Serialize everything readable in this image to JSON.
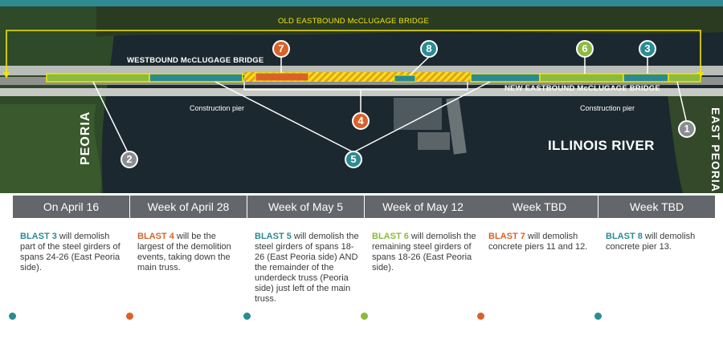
{
  "colors": {
    "teal": "#2b8b93",
    "orange": "#d9622b",
    "green": "#8cba3f",
    "yellow": "#f2e600",
    "tab_gray": "#63666a"
  },
  "map": {
    "old_bridge_label": "OLD EASTBOUND McCLUGAGE BRIDGE",
    "westbound_label": "WESTBOUND McCLUGAGE BRIDGE",
    "new_bridge_label": "NEW EASTBOUND McCLUGAGE BRIDGE",
    "construction_pier": "Construction pier",
    "peoria": "PEORIA",
    "east_peoria": "EAST PEORIA",
    "river": "ILLINOIS RIVER",
    "markers": [
      "1",
      "2",
      "3",
      "4",
      "5",
      "6",
      "7",
      "8"
    ]
  },
  "timeline": [
    {
      "tab": "On April 16",
      "blast": "BLAST 3",
      "text": " will demolish part of the steel girders of spans 24-26 (East Peoria side).",
      "color": "#2b8b93"
    },
    {
      "tab": "Week of April 28",
      "blast": "BLAST 4",
      "text": " will be the largest of the demolition events, taking down the main truss.",
      "color": "#d9622b"
    },
    {
      "tab": "Week of May 5",
      "blast": "BLAST 5",
      "text": " will demolish the steel girders of spans 18-26 (East Peoria side) AND the remainder of the underdeck truss (Peoria side) just left of the main truss.",
      "color": "#2b8b93"
    },
    {
      "tab": "Week of May 12",
      "blast": "BLAST 6",
      "text": " will demolish the remaining steel girders of spans 18-26 (East Peoria side).",
      "color": "#8cba3f"
    },
    {
      "tab": "Week TBD",
      "blast": "BLAST 7",
      "text": " will demolish concrete piers 11 and 12.",
      "color": "#d9622b"
    },
    {
      "tab": "Week TBD",
      "blast": "BLAST 8",
      "text": " will demolish concrete pier 13.",
      "color": "#2b8b93"
    }
  ]
}
